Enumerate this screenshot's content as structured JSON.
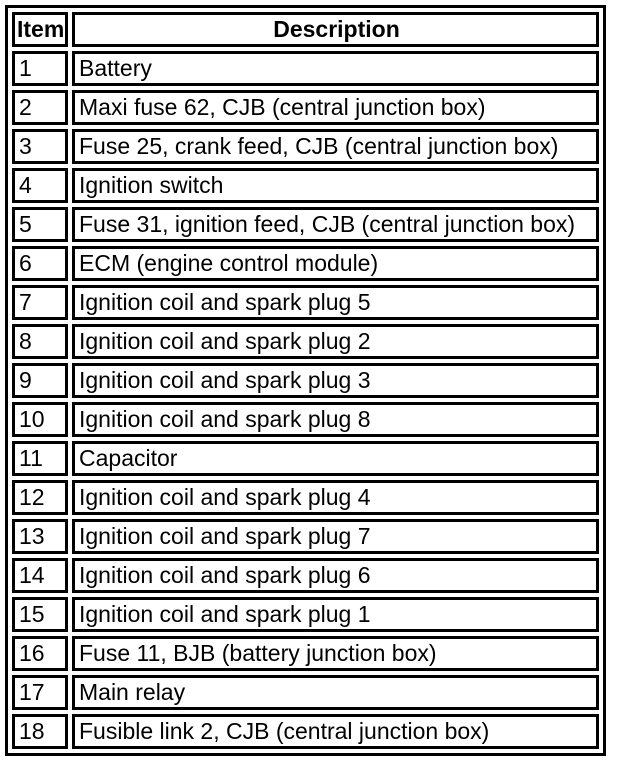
{
  "page": {
    "background_color": "#ffffff"
  },
  "table": {
    "style": {
      "border_color": "#000000",
      "text_color": "#000000",
      "cell_background": "#ffffff"
    },
    "columns": [
      {
        "key": "item",
        "label": "Item"
      },
      {
        "key": "description",
        "label": "Description"
      }
    ],
    "rows": [
      {
        "item": "1",
        "description": "Battery"
      },
      {
        "item": "2",
        "description": "Maxi fuse 62, CJB (central junction box)"
      },
      {
        "item": "3",
        "description": "Fuse 25, crank feed, CJB (central junction box)"
      },
      {
        "item": "4",
        "description": "Ignition switch"
      },
      {
        "item": "5",
        "description": "Fuse 31, ignition feed, CJB (central junction box)"
      },
      {
        "item": "6",
        "description": "ECM (engine control module)"
      },
      {
        "item": "7",
        "description": "Ignition coil and spark plug 5"
      },
      {
        "item": "8",
        "description": "Ignition coil and spark plug 2"
      },
      {
        "item": "9",
        "description": "Ignition coil and spark plug 3"
      },
      {
        "item": "10",
        "description": "Ignition coil and spark plug 8"
      },
      {
        "item": "11",
        "description": "Capacitor"
      },
      {
        "item": "12",
        "description": "Ignition coil and spark plug 4"
      },
      {
        "item": "13",
        "description": "Ignition coil and spark plug 7"
      },
      {
        "item": "14",
        "description": "Ignition coil and spark plug 6"
      },
      {
        "item": "15",
        "description": "Ignition coil and spark plug 1"
      },
      {
        "item": "16",
        "description": "Fuse 11, BJB (battery junction box)"
      },
      {
        "item": "17",
        "description": "Main relay"
      },
      {
        "item": "18",
        "description": "Fusible link 2, CJB (central junction box)"
      }
    ]
  }
}
